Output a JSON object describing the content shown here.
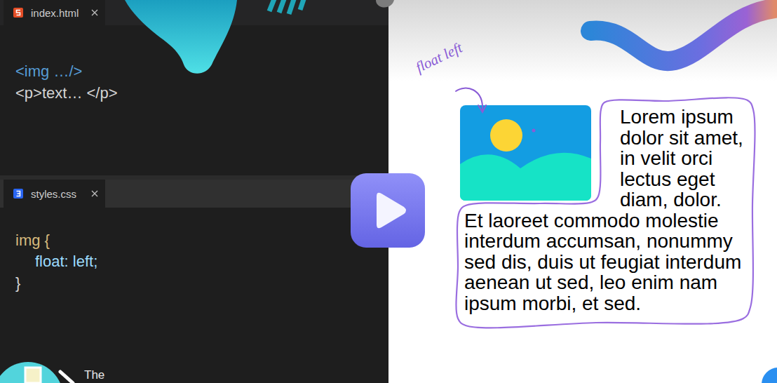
{
  "diagram": {
    "nodes": [
      {
        "text": [
          "index.html"
        ]
      },
      {
        "text": [
          "styles.css"
        ]
      },
      {
        "text": [
          "Lorem ipsum dolor sit amet, in velit orci lectus eget diam, dolor. Et laoreet commodo molestie interdum accumsan, nonummy sed dis, duis ut feugiat interdum aenean ut sed, leo enim nam ipsum morbi, et sed."
        ]
      }
    ],
    "labels": [
      "<img …/>",
      "<p>text… </p>",
      "img {",
      "float: left;",
      "}",
      "float left",
      "The"
    ]
  }
}
